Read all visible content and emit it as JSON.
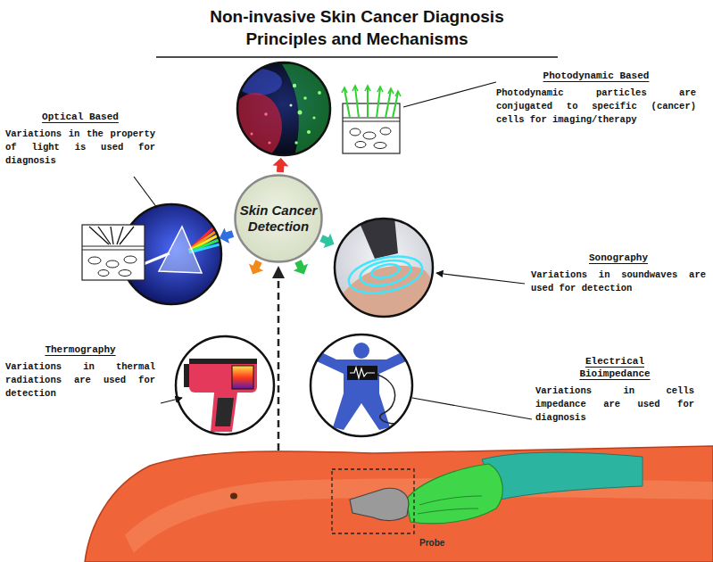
{
  "diagram": {
    "title": "Non-invasive Skin Cancer Diagnosis Principles and Mechanisms",
    "nodes": [
      {
        "text": [
          "Photodynamic Based",
          "Photodynamic particles are conjugated to specific (cancer) cells for imaging/therapy"
        ]
      },
      {
        "text": [
          "Optical Based",
          "Variations in the property of light is used for diagnosis"
        ]
      },
      {
        "text": [
          "Skin Cancer Detection"
        ]
      },
      {
        "text": [
          "Sonography",
          "Variations in soundwaves are used for detection"
        ]
      },
      {
        "text": [
          "Thermography",
          "Variations in thermal radiations are used for detection"
        ]
      },
      {
        "text": [
          "Electrical Bioimpedance",
          "Variations in cells impedance are used for diagnosis"
        ]
      }
    ],
    "labels": [
      "Probe"
    ]
  }
}
